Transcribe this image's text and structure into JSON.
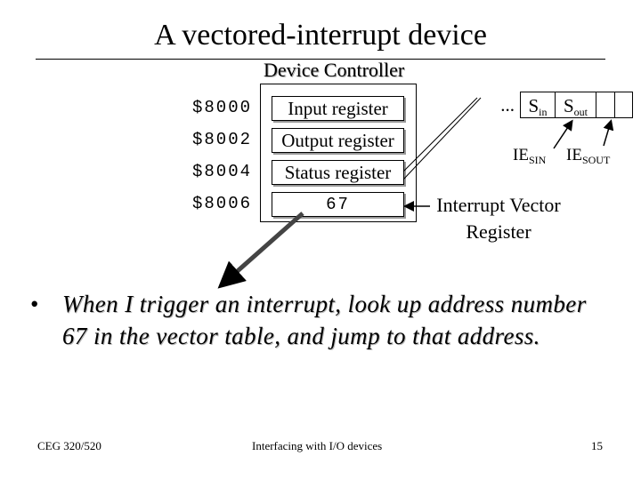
{
  "slide": {
    "title": "A vectored-interrupt device",
    "device_controller_label": "Device Controller",
    "registers": [
      {
        "address": "$8000",
        "name": "Input register"
      },
      {
        "address": "$8002",
        "name": "Output register"
      },
      {
        "address": "$8004",
        "name": "Status register"
      },
      {
        "address": "$8006",
        "name": "67"
      }
    ],
    "status_bits": {
      "ellipsis": "...",
      "sin_main": "S",
      "sin_sub": "in",
      "sout_main": "S",
      "sout_sub": "out"
    },
    "interrupt_enables": {
      "iesin_main": "IE",
      "iesin_sub": "SIN",
      "iesout_main": "IE",
      "iesout_sub": "SOUT"
    },
    "interrupt_vector_register_label": "Interrupt Vector Register",
    "bullet_symbol": "•",
    "bullet_text": "When I trigger an interrupt, look up address number 67 in the vector table, and jump to that address."
  },
  "footer": {
    "course": "CEG 320/520",
    "topic": "Interfacing with I/O devices",
    "page_number": "15"
  }
}
